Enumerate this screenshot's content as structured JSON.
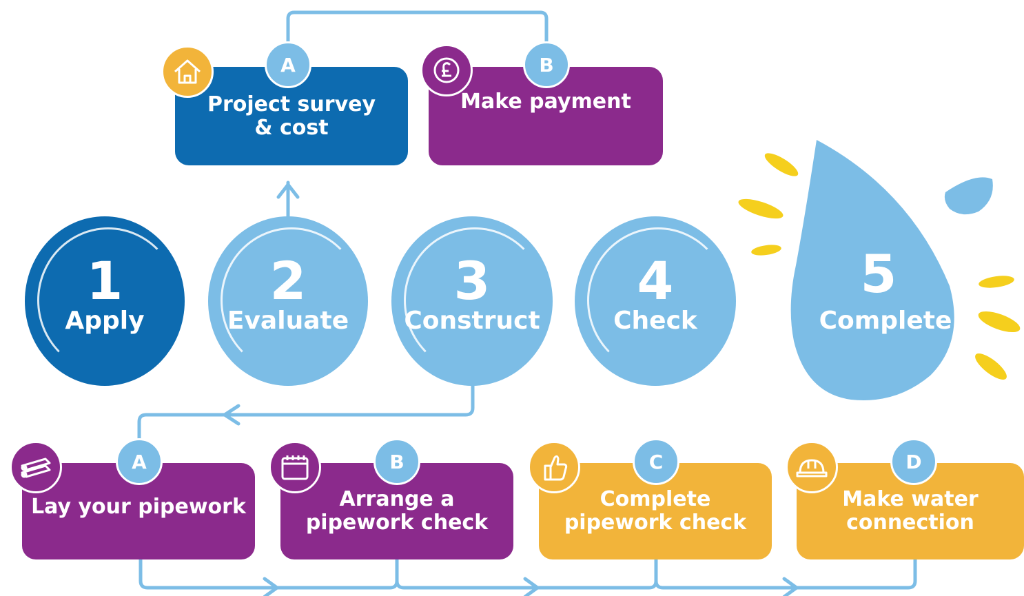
{
  "colors": {
    "dark_blue": "#0d6bb0",
    "light_blue": "#7cbde6",
    "purple": "#8b2a8c",
    "yellow": "#f2b43a",
    "splash_yellow": "#f5cf1d",
    "connector": "#7cbde6"
  },
  "steps": [
    {
      "number": "1",
      "label": "Apply"
    },
    {
      "number": "2",
      "label": "Evaluate"
    },
    {
      "number": "3",
      "label": "Construct"
    },
    {
      "number": "4",
      "label": "Check"
    },
    {
      "number": "5",
      "label": "Complete"
    }
  ],
  "evaluate_substeps": [
    {
      "badge": "A",
      "line1": "Project survey",
      "line2": "& cost",
      "icon": "house-icon"
    },
    {
      "badge": "B",
      "line1": "Make payment",
      "line2": "",
      "icon": "pound-icon"
    }
  ],
  "construct_substeps": [
    {
      "badge": "A",
      "line1": "Lay your pipework",
      "line2": "",
      "icon": "pipes-icon"
    },
    {
      "badge": "B",
      "line1": "Arrange a",
      "line2": "pipework check",
      "icon": "calendar-icon"
    },
    {
      "badge": "C",
      "line1": "Complete",
      "line2": "pipework check",
      "icon": "thumbs-up-icon"
    },
    {
      "badge": "D",
      "line1": "Make water",
      "line2": "connection",
      "icon": "hard-hat-icon"
    }
  ]
}
